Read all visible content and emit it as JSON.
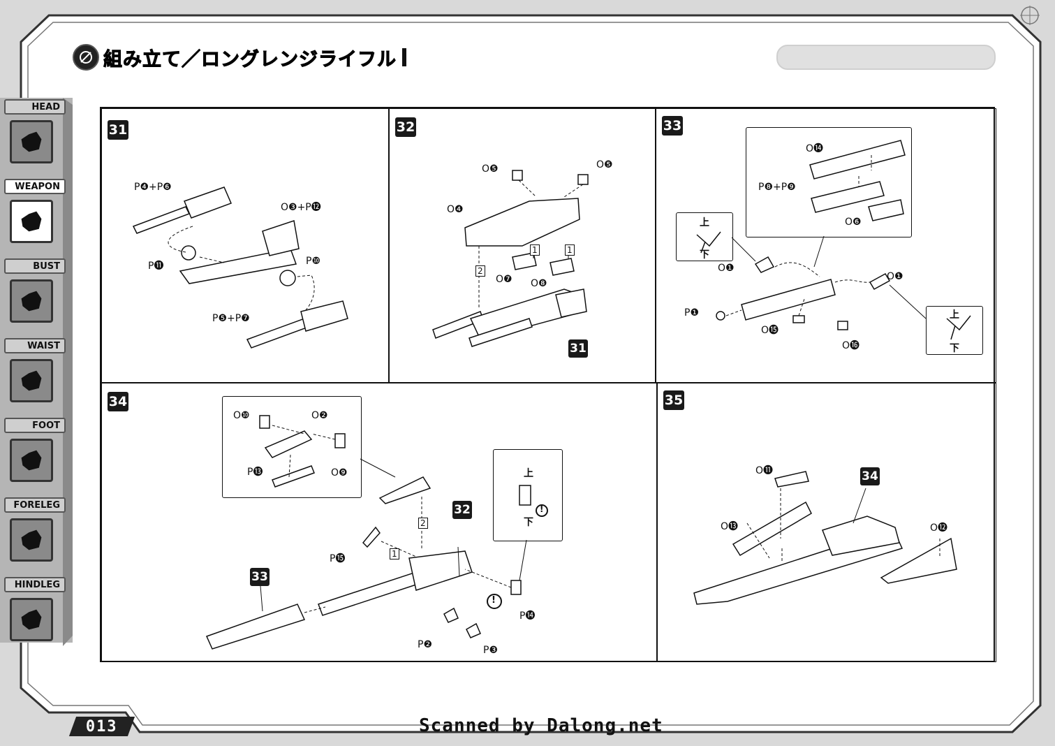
{
  "title": "組み立て／ロングレンジライフル",
  "sidebar": {
    "items": [
      {
        "label": "HEAD",
        "active": false
      },
      {
        "label": "WEAPON",
        "active": true
      },
      {
        "label": "BUST",
        "active": false
      },
      {
        "label": "WAIST",
        "active": false
      },
      {
        "label": "FOOT",
        "active": false
      },
      {
        "label": "FORELEG",
        "active": false
      },
      {
        "label": "HINDLEG",
        "active": false
      }
    ]
  },
  "steps": {
    "s31": {
      "number": "31",
      "parts": [
        "P❹+P❻",
        "O❸+P⓬",
        "P⓫",
        "P❿",
        "P❺+P❼"
      ]
    },
    "s32": {
      "number": "32",
      "parts": [
        "O❺",
        "O❺",
        "O❹",
        "O❼",
        "O❽"
      ],
      "order": [
        "1",
        "1",
        "2"
      ],
      "ref": "31"
    },
    "s33": {
      "number": "33",
      "parts": [
        "O⓮",
        "P❽+P❾",
        "O❻",
        "O❶",
        "O❶",
        "P❶",
        "O⓯",
        "O⓰"
      ],
      "up": "上",
      "down": "下"
    },
    "s34": {
      "number": "34",
      "parts": [
        "O❿",
        "O❷",
        "P⓭",
        "O❾",
        "P⓯",
        "P❷",
        "P❸",
        "P⓮"
      ],
      "order": [
        "2",
        "1"
      ],
      "refs": [
        "32",
        "33"
      ],
      "up": "上",
      "down": "下",
      "caution": "!"
    },
    "s35": {
      "number": "35",
      "parts": [
        "O⓫",
        "O⓭",
        "O⓬"
      ],
      "ref": "34"
    }
  },
  "footer": {
    "page_number": "013",
    "scan_credit": "Scanned by Dalong.net"
  }
}
